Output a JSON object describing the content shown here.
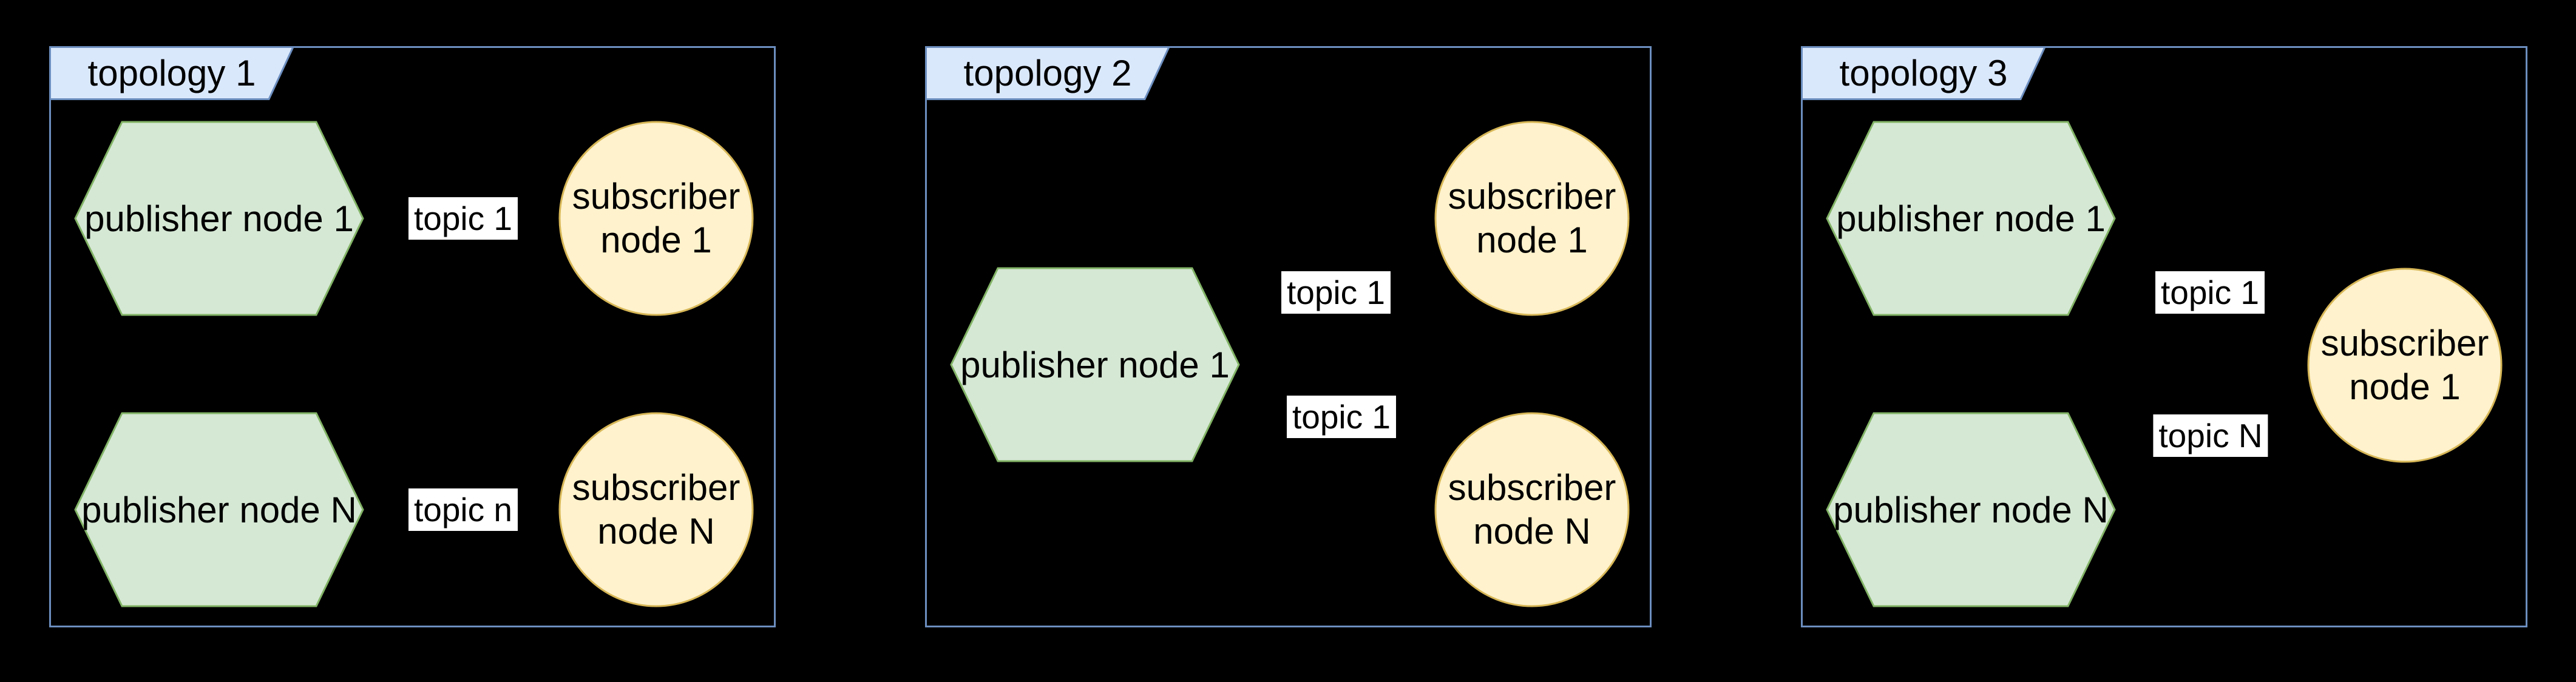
{
  "colors": {
    "background": "#000000",
    "panel_border": "#6C8EBF",
    "tab_fill": "#DAE8FC",
    "tab_border": "#6C8EBF",
    "publisher_fill": "#D5E8D4",
    "publisher_border": "#82B366",
    "subscriber_fill": "#FFF2CC",
    "subscriber_border": "#D6B656",
    "topic_background": "#FFFFFF",
    "text": "#000000"
  },
  "panels": [
    {
      "title": "topology 1",
      "publishers": [
        {
          "label": "publisher node 1"
        },
        {
          "label": "publisher node N"
        }
      ],
      "topics": [
        {
          "label": "topic 1"
        },
        {
          "label": "topic n"
        }
      ],
      "subscribers": [
        {
          "label": "subscriber node 1"
        },
        {
          "label": "subscriber node N"
        }
      ]
    },
    {
      "title": "topology 2",
      "publishers": [
        {
          "label": "publisher node 1"
        }
      ],
      "topics": [
        {
          "label": "topic 1"
        },
        {
          "label": "topic 1"
        }
      ],
      "subscribers": [
        {
          "label": "subscriber node 1"
        },
        {
          "label": "subscriber node N"
        }
      ]
    },
    {
      "title": "topology 3",
      "publishers": [
        {
          "label": "publisher node 1"
        },
        {
          "label": "publisher node N"
        }
      ],
      "topics": [
        {
          "label": "topic 1"
        },
        {
          "label": "topic N"
        }
      ],
      "subscribers": [
        {
          "label": "subscriber node 1"
        }
      ]
    }
  ]
}
